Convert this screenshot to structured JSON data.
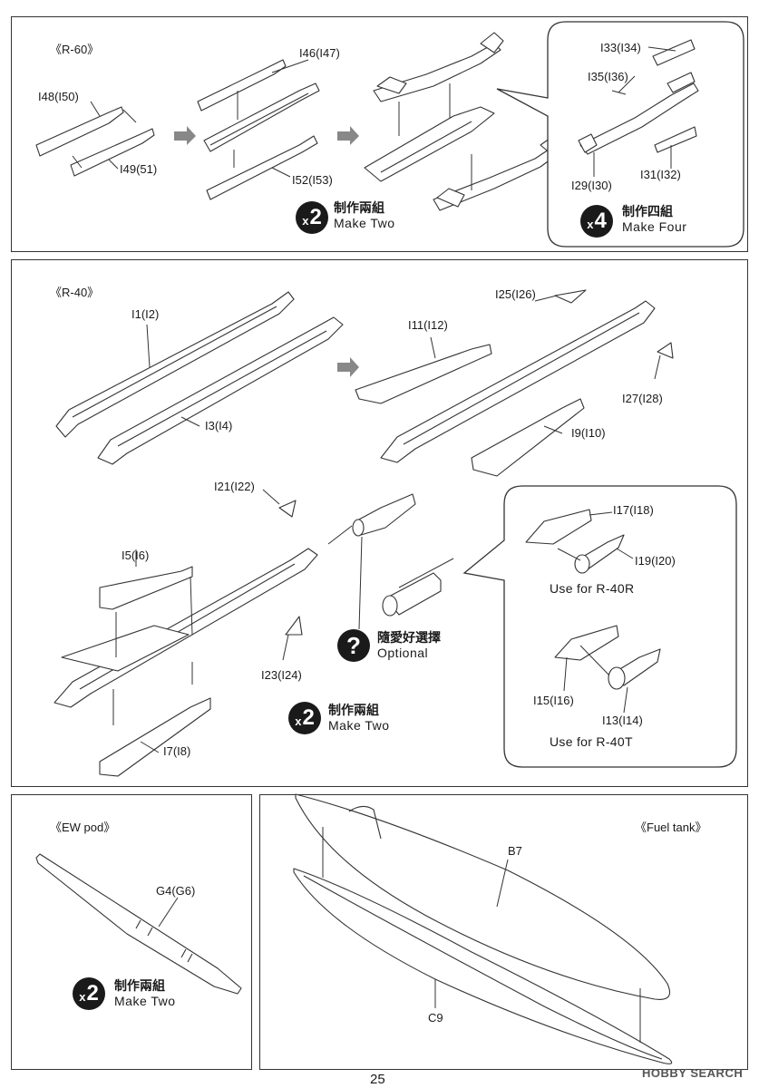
{
  "page_number": "25",
  "watermark": "HOBBY SEARCH",
  "sections": {
    "r60": {
      "title": "《R-60》",
      "parts": [
        "I46(I47)",
        "I48(I50)",
        "I49(51)",
        "I52(I53)",
        "I33(I34)",
        "I35(I36)",
        "I29(I30)",
        "I31(I32)"
      ],
      "make_main": {
        "count": "2",
        "x": "x",
        "cn": "制作兩組",
        "en": "Make Two"
      },
      "make_inset": {
        "count": "4",
        "x": "x",
        "cn": "制作四組",
        "en": "Make Four"
      }
    },
    "r40": {
      "title": "《R-40》",
      "parts": [
        "I1(I2)",
        "I3(I4)",
        "I25(I26)",
        "I11(I12)",
        "I27(I28)",
        "I9(I10)",
        "I21(I22)",
        "I5(I6)",
        "I23(I24)",
        "I7(I8)"
      ],
      "inset_parts": [
        "I17(I18)",
        "I19(I20)",
        "I15(I16)",
        "I13(I14)"
      ],
      "inset_notes": [
        "Use for R-40R",
        "Use for R-40T"
      ],
      "optional": {
        "cn": "隨愛好選擇",
        "en": "Optional"
      },
      "make": {
        "count": "2",
        "x": "x",
        "cn": "制作兩組",
        "en": "Make Two"
      }
    },
    "ew": {
      "title": "《EW pod》",
      "parts": [
        "G4(G6)"
      ],
      "make": {
        "count": "2",
        "x": "x",
        "cn": "制作兩組",
        "en": "Make Two"
      }
    },
    "fuel": {
      "title": "《Fuel tank》",
      "parts": [
        "B7",
        "C9"
      ]
    }
  }
}
